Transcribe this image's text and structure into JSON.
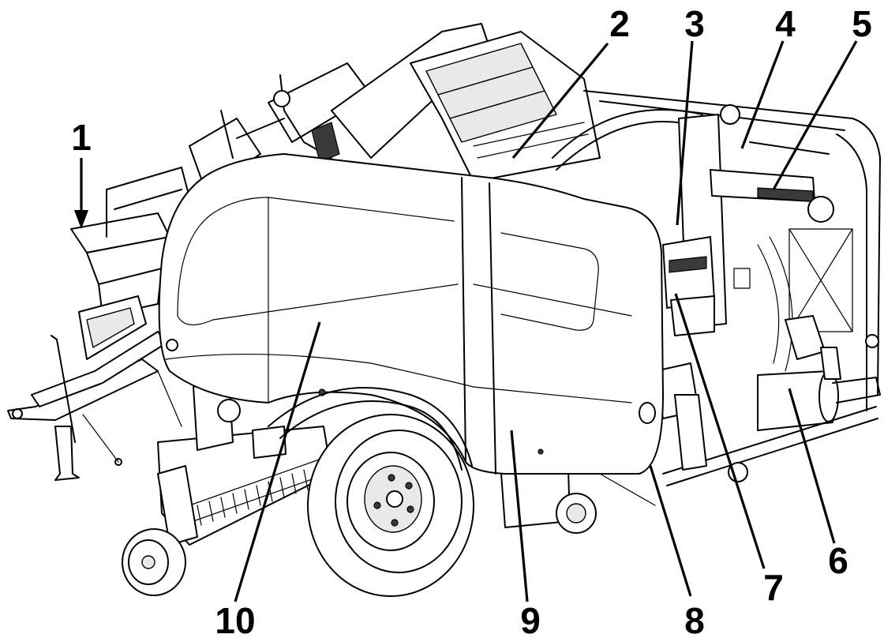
{
  "figure": {
    "subject": "round-baler-machine-illustration",
    "callouts": [
      {
        "id": "callout-1",
        "label": "1"
      },
      {
        "id": "callout-2",
        "label": "2"
      },
      {
        "id": "callout-3",
        "label": "3"
      },
      {
        "id": "callout-4",
        "label": "4"
      },
      {
        "id": "callout-5",
        "label": "5"
      },
      {
        "id": "callout-6",
        "label": "6"
      },
      {
        "id": "callout-7",
        "label": "7"
      },
      {
        "id": "callout-8",
        "label": "8"
      },
      {
        "id": "callout-9",
        "label": "9"
      },
      {
        "id": "callout-10",
        "label": "10"
      }
    ]
  },
  "colors": {
    "line": "#000000",
    "background": "#ffffff",
    "panel_shade": "#e9e9e9"
  }
}
